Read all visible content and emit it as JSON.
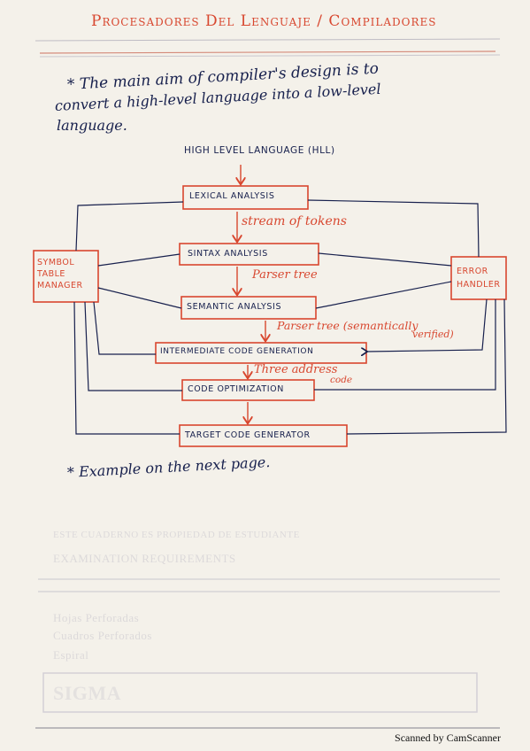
{
  "title": "Procesadores Del Lenguaje / Compiladores",
  "intro": {
    "line1": "* The main aim of compiler's design is to",
    "line2": "convert a high-level language into a low-level",
    "line3": "language."
  },
  "diagram": {
    "top_label": "HIGH LEVEL LANGUAGE (HLL)",
    "phases": [
      "LEXICAL ANALYSIS",
      "SINTAX ANALYSIS",
      "SEMANTIC ANALYSIS",
      "INTERMEDIATE CODE GENERATION",
      "CODE OPTIMIZATION",
      "TARGET CODE GENERATOR"
    ],
    "arrow_labels": [
      "stream of tokens",
      "Parser tree",
      "Parser tree (semantically",
      "verified)",
      "Three address",
      "code"
    ],
    "symbol_table": [
      "SYMBOL",
      "TABLE",
      "MANAGER"
    ],
    "error_handler": [
      "ERROR",
      "HANDLER"
    ]
  },
  "example_note": "* Example on the next page.",
  "footer": "Scanned by CamScanner",
  "colors": {
    "ink": "#17204d",
    "red": "#d8472f",
    "paper": "#f4f1ea"
  }
}
